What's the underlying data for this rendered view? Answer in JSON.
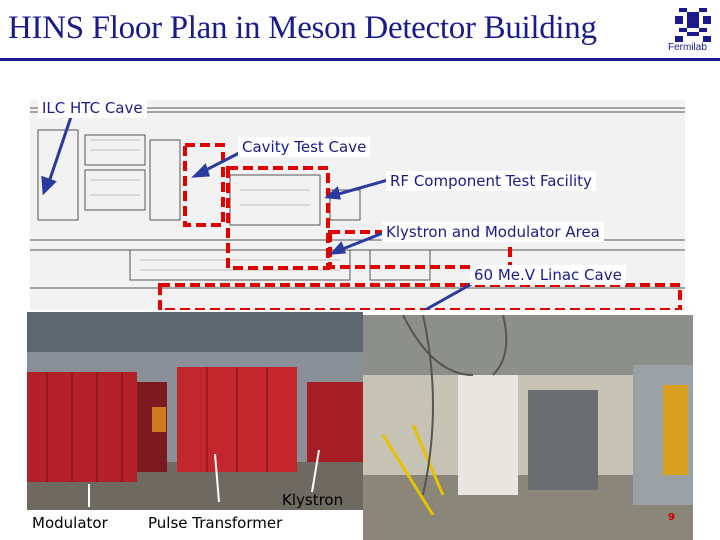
{
  "slide": {
    "title": "HINS Floor Plan in Meson Detector Building",
    "logo_text": "Fermilab",
    "page_number": "9"
  },
  "floor_plan": {
    "labels": {
      "ilc_htc_cave": "ILC HTC Cave",
      "cavity_test_cave": "Cavity Test Cave",
      "rf_component_test_facility": "RF Component Test Facility",
      "klystron_modulator_area": "Klystron and Modulator Area",
      "linac_cave": "60 Me.V Linac Cave"
    }
  },
  "photo_captions": {
    "modulator": "Modulator",
    "pulse_transformer": "Pulse Transformer",
    "klystron": "Klystron"
  },
  "colors": {
    "title": "#1a1a8c",
    "arrow": "#2b3a9e",
    "dashed_outline": "#e00000",
    "cabinet_red": "#b3202a"
  }
}
